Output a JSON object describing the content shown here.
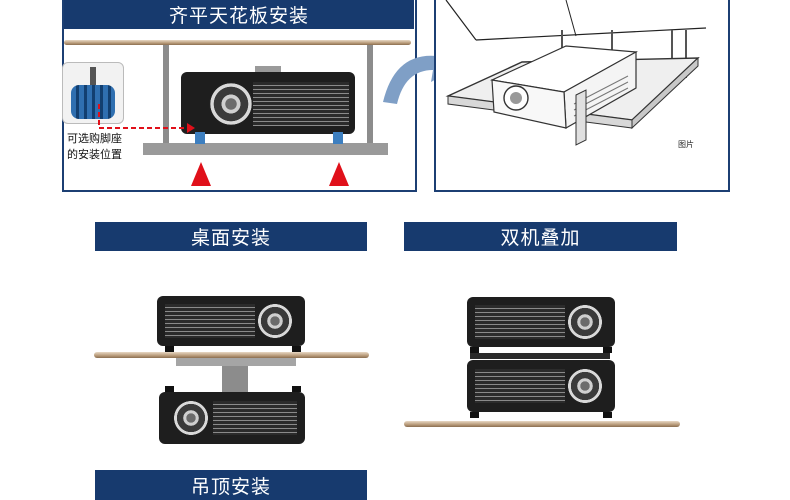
{
  "sections": {
    "flush_ceiling": {
      "title": "齐平天花板安装"
    },
    "desktop": {
      "title": "桌面安装"
    },
    "stacked": {
      "title": "双机叠加"
    },
    "hanging": {
      "title": "吊顶安装"
    }
  },
  "callout": {
    "line1": "可选购脚座",
    "line2": "的安装位置"
  },
  "photo_label": "图片",
  "colors": {
    "banner": "#173a6e",
    "arrow": "#e0101a",
    "curve_arrow": "#7f9fc6"
  }
}
